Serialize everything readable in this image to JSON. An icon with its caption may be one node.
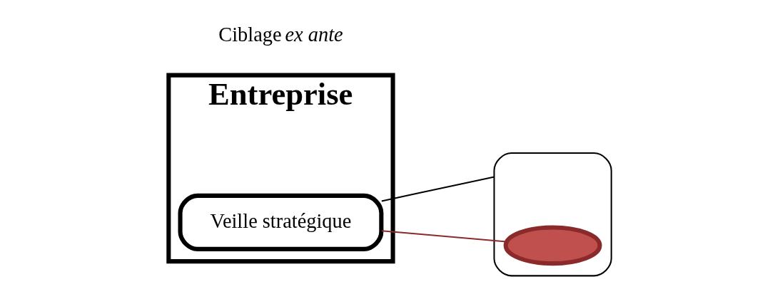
{
  "diagram": {
    "nodes": [
      {
        "text": [
          "Entreprise"
        ]
      },
      {
        "text": [
          "Veille stratégique"
        ],
        "in": 0
      },
      {
        "text": [],
        "shape": "ellipse"
      },
      {
        "text": [],
        "shape": "ellipse",
        "in": 2
      }
    ],
    "edges": [
      {
        "from": 1,
        "to": 2,
        "arrow": "none"
      },
      {
        "from": 1,
        "to": 3,
        "arrow": "none",
        "color": "#8b2a2a"
      }
    ],
    "labels": [
      "Ciblage *ex ante*"
    ]
  }
}
